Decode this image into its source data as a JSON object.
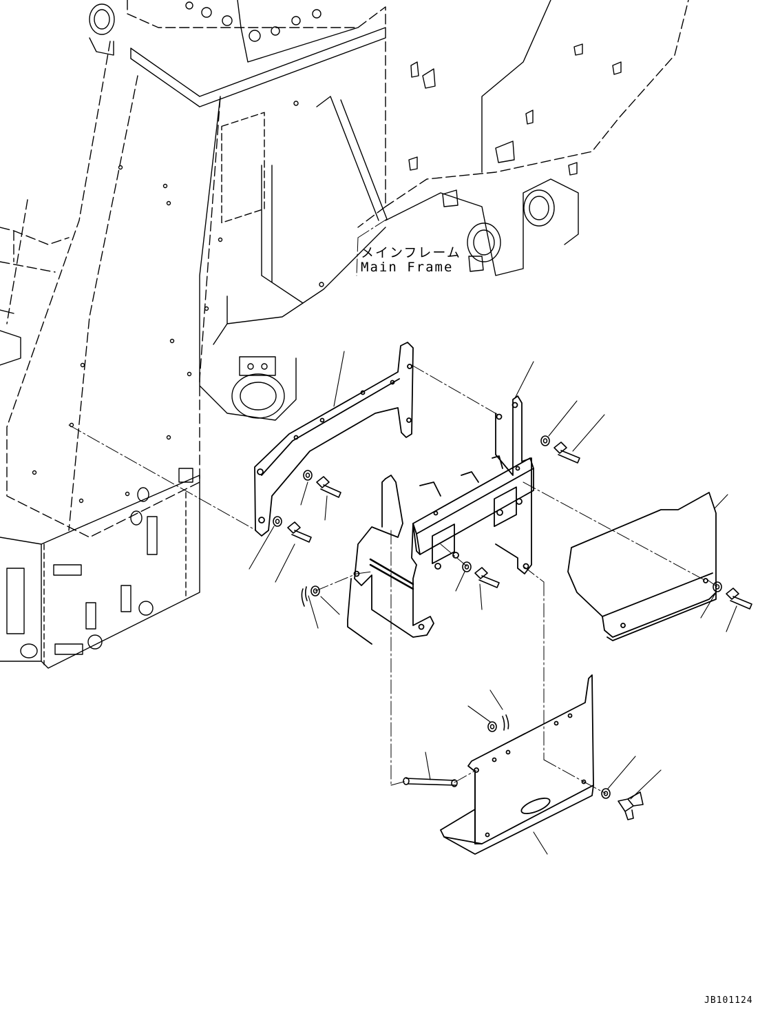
{
  "labels": {
    "main_frame_jp": "メインフレーム",
    "main_frame_en": "Main Frame",
    "drawing_code": "JB101124"
  },
  "style": {
    "line_color": "#000000",
    "background": "#ffffff"
  }
}
